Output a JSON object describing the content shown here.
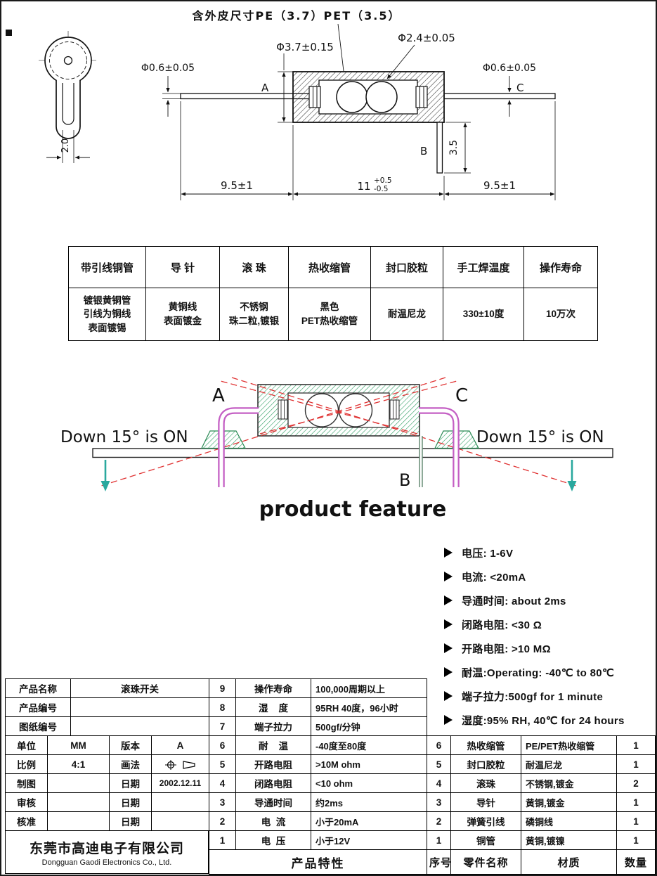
{
  "drawing": {
    "title": "含外皮尺寸PE（3.7）PET（3.5）",
    "dim_outer": "Φ3.7±0.15",
    "dim_ball": "Φ2.4±0.05",
    "dim_lead_left": "Φ0.6±0.05",
    "dim_lead_right": "Φ0.6±0.05",
    "dim_seg_left": "9.5±1",
    "dim_seg_mid": "11",
    "dim_seg_mid_tol_up": "+0.5",
    "dim_seg_mid_tol_dn": "-0.5",
    "dim_seg_right": "9.5±1",
    "dim_b_drop": "3.5",
    "dim_end_width": "2.0",
    "label_a": "A",
    "label_b": "B",
    "label_c": "C"
  },
  "materials_table": {
    "headers": [
      "带引线铜管",
      "导 针",
      "滚 珠",
      "热收缩管",
      "封口胶粒",
      "手工焊温度",
      "操作寿命"
    ],
    "values": [
      "镀银黄铜管\n引线为铜线\n表面镀锡",
      "黄铜线\n表面镀金",
      "不锈钢\n珠二粒,镀银",
      "黑色\nPET热收缩管",
      "耐温尼龙",
      "330±10度",
      "10万次"
    ]
  },
  "feature_diagram": {
    "label_a": "A",
    "label_b": "B",
    "label_c": "C",
    "left_note": "Down 15° is ON",
    "right_note": "Down 15° is ON",
    "caption": "product feature"
  },
  "features": [
    "电压: 1-6V",
    "电流: <20mA",
    "导通时间: about 2ms",
    "闭路电阻: <30 Ω",
    "开路电阻: >10 MΩ",
    "耐温:Operating: -40℃ to 80℃",
    "端子拉力:500gf for 1 minute",
    "湿度:95% RH, 40℃ for 24 hours"
  ],
  "title_block": {
    "product_name_label": "产品名称",
    "product_name": "滚珠开关",
    "product_no_label": "产品编号",
    "drawing_no_label": "图纸编号",
    "unit_label": "单位",
    "unit_value": "MM",
    "version_label": "版本",
    "version_value": "A",
    "scale_label": "比例",
    "scale_value": "4:1",
    "projection_label": "画法",
    "draft_label": "制图",
    "check_label": "审核",
    "approve_label": "核准",
    "date_label": "日期",
    "draft_date": "2002.12.11",
    "company_cn": "东莞市高迪电子有限公司",
    "company_en": "Dongguan Gaodi Electronics Co., Ltd."
  },
  "spec_table": {
    "footer": "产品特性",
    "rows": [
      {
        "no": "9",
        "name": "操作寿命",
        "value": "100,000周期以上"
      },
      {
        "no": "8",
        "name": "湿    度",
        "value": "95RH 40度，96小时"
      },
      {
        "no": "7",
        "name": "端子拉力",
        "value": "500gf/分钟"
      },
      {
        "no": "6",
        "name": "耐    温",
        "value": "-40度至80度"
      },
      {
        "no": "5",
        "name": "开路电阻",
        "value": ">10M ohm"
      },
      {
        "no": "4",
        "name": "闭路电阻",
        "value": "<10 ohm"
      },
      {
        "no": "3",
        "name": "导通时间",
        "value": "约2ms"
      },
      {
        "no": "2",
        "name": "电  流",
        "value": "小于20mA"
      },
      {
        "no": "1",
        "name": "电  压",
        "value": "小于12V"
      }
    ]
  },
  "parts_table": {
    "footer": {
      "no": "序号",
      "name": "零件名称",
      "material": "材质",
      "qty": "数量"
    },
    "rows": [
      {
        "no": "6",
        "name": "热收缩管",
        "material": "PE/PET热收缩管",
        "qty": "1"
      },
      {
        "no": "5",
        "name": "封口胶粒",
        "material": "耐温尼龙",
        "qty": "1"
      },
      {
        "no": "4",
        "name": "滚珠",
        "material": "不锈钢,镀金",
        "qty": "2"
      },
      {
        "no": "3",
        "name": "导针",
        "material": "黄铜,镀金",
        "qty": "1"
      },
      {
        "no": "2",
        "name": "弹簧引线",
        "material": "磷铜线",
        "qty": "1"
      },
      {
        "no": "1",
        "name": "铜管",
        "material": "黄铜,镀镍",
        "qty": "1"
      }
    ]
  },
  "colors": {
    "lead_pink": "#c45fc4",
    "hatch_green": "#2f9e63",
    "dash_red": "#e03333",
    "arrow_teal": "#2aa89e"
  }
}
